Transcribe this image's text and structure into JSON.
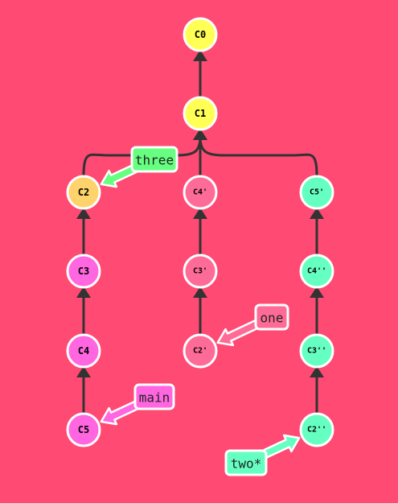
{
  "diagram": {
    "commits": [
      {
        "id": "c0",
        "label": "C0",
        "color": "#ffff55"
      },
      {
        "id": "c1",
        "label": "C1",
        "color": "#ffff55"
      },
      {
        "id": "c2",
        "label": "C2",
        "color": "#ffd36b"
      },
      {
        "id": "c3",
        "label": "C3",
        "color": "#ff66e0"
      },
      {
        "id": "c4",
        "label": "C4",
        "color": "#ff66e0"
      },
      {
        "id": "c5",
        "label": "C5",
        "color": "#ff66e0"
      },
      {
        "id": "c4p",
        "label": "C4'",
        "color": "#ff6b97"
      },
      {
        "id": "c3p",
        "label": "C3'",
        "color": "#ff6b97"
      },
      {
        "id": "c2p",
        "label": "C2'",
        "color": "#ff6b97"
      },
      {
        "id": "c5pp",
        "label": "C5'",
        "color": "#66ffc2"
      },
      {
        "id": "c4pp",
        "label": "C4''",
        "color": "#66ffc2"
      },
      {
        "id": "c3pp",
        "label": "C3''",
        "color": "#66ffc2"
      },
      {
        "id": "c2pp",
        "label": "C2''",
        "color": "#66ffc2"
      }
    ],
    "edges": [
      {
        "from": "c1",
        "to": "c0"
      },
      {
        "from": "c2",
        "to": "c1"
      },
      {
        "from": "c4p",
        "to": "c1"
      },
      {
        "from": "c5pp",
        "to": "c1"
      },
      {
        "from": "c3",
        "to": "c2"
      },
      {
        "from": "c4",
        "to": "c3"
      },
      {
        "from": "c5",
        "to": "c4"
      },
      {
        "from": "c3p",
        "to": "c4p"
      },
      {
        "from": "c2p",
        "to": "c3p"
      },
      {
        "from": "c4pp",
        "to": "c5pp"
      },
      {
        "from": "c3pp",
        "to": "c4pp"
      },
      {
        "from": "c2pp",
        "to": "c3pp"
      }
    ],
    "branches": [
      {
        "id": "three",
        "label": "three",
        "target": "c2",
        "color": "#66ff80"
      },
      {
        "id": "one",
        "label": "one",
        "target": "c2p",
        "color": "#ff6b97"
      },
      {
        "id": "main",
        "label": "main",
        "target": "c5",
        "color": "#ff66e0"
      },
      {
        "id": "two",
        "label": "two*",
        "target": "c2pp",
        "color": "#66ffc2"
      }
    ]
  }
}
